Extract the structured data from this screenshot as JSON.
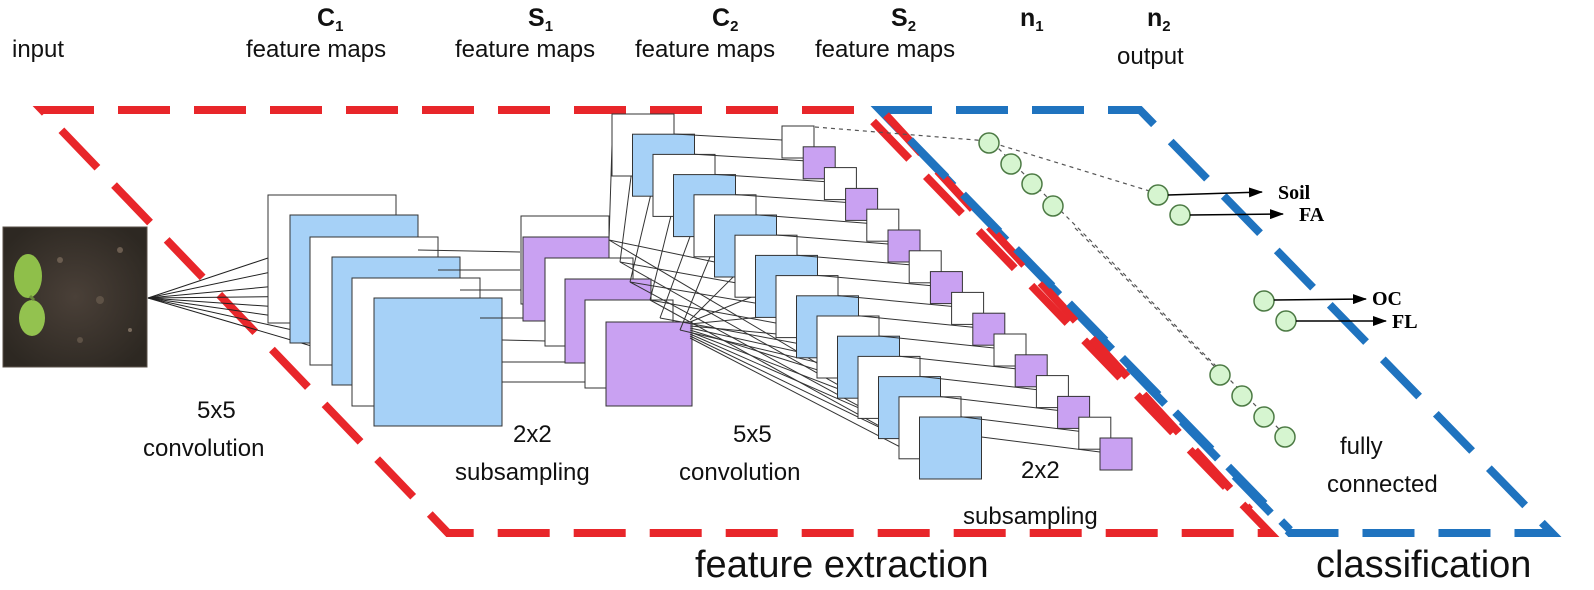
{
  "headers": {
    "input": "input",
    "c1": {
      "name": "C",
      "sub": "1",
      "label": "feature maps"
    },
    "s1": {
      "name": "S",
      "sub": "1",
      "label": "feature maps"
    },
    "c2": {
      "name": "C",
      "sub": "2",
      "label": "feature maps"
    },
    "s2": {
      "name": "S",
      "sub": "2",
      "label": "feature maps"
    },
    "n1": {
      "name": "n",
      "sub": "1"
    },
    "n2": {
      "name": "n",
      "sub": "2",
      "label": "output"
    }
  },
  "operations": {
    "conv1_size": "5x5",
    "conv1_label": "convolution",
    "pool1_size": "2x2",
    "pool1_label": "subsampling",
    "conv2_size": "5x5",
    "conv2_label": "convolution",
    "pool2_size": "2x2",
    "pool2_label": "subsampling",
    "fc_line1": "fully",
    "fc_line2": "connected"
  },
  "sections": {
    "feature_extraction": "feature extraction",
    "classification": "classification"
  },
  "outputs": [
    "Soil",
    "FA",
    "OC",
    "FL"
  ],
  "colors": {
    "feature_extraction_border": "#e8262a",
    "classification_border": "#1f73bf",
    "conv_map": "#a6d1f7",
    "pool_map": "#c9a1f2",
    "neuron": "#d6f5d0",
    "neuron_stroke": "#4c7a44"
  },
  "input_image": {
    "description_icon": "seedling-photo-icon"
  }
}
